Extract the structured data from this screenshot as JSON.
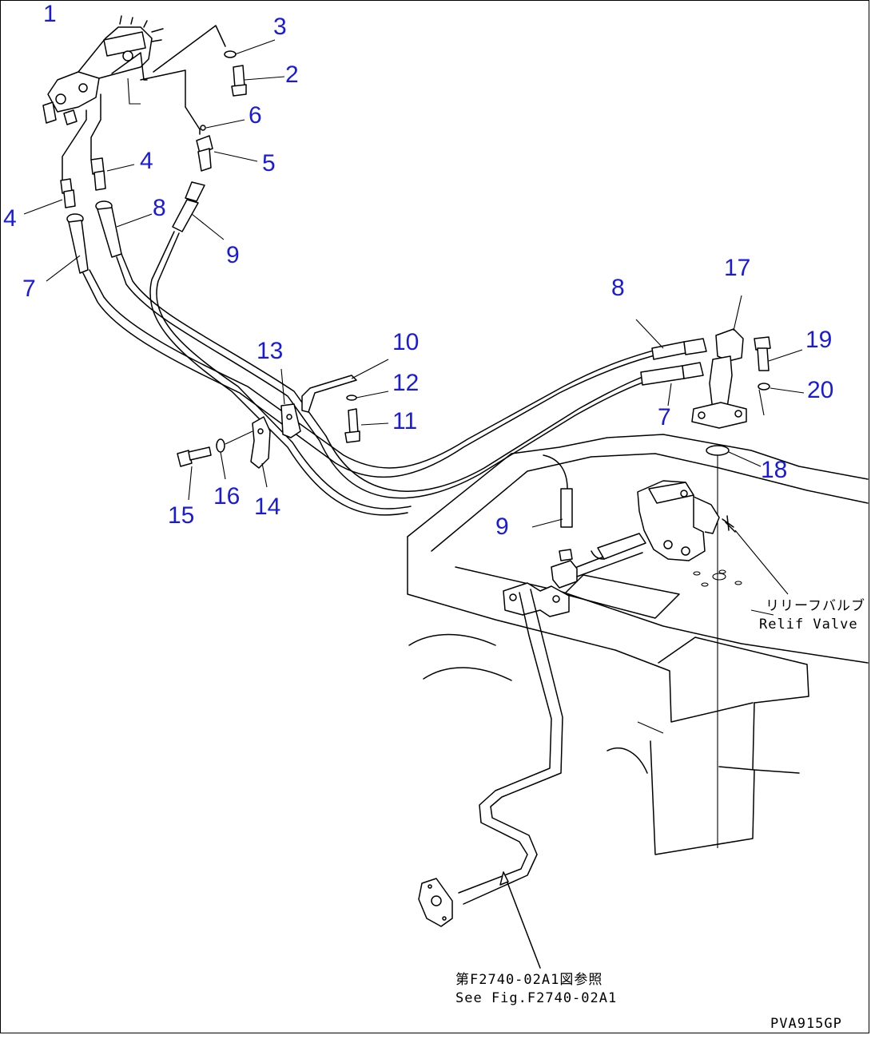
{
  "callouts": [
    {
      "id": "c1",
      "text": "1"
    },
    {
      "id": "c2",
      "text": "2"
    },
    {
      "id": "c3",
      "text": "3"
    },
    {
      "id": "c4a",
      "text": "4"
    },
    {
      "id": "c4b",
      "text": "4"
    },
    {
      "id": "c5",
      "text": "5"
    },
    {
      "id": "c6",
      "text": "6"
    },
    {
      "id": "c7a",
      "text": "7"
    },
    {
      "id": "c7b",
      "text": "7"
    },
    {
      "id": "c8a",
      "text": "8"
    },
    {
      "id": "c8b",
      "text": "8"
    },
    {
      "id": "c9a",
      "text": "9"
    },
    {
      "id": "c9b",
      "text": "9"
    },
    {
      "id": "c10",
      "text": "10"
    },
    {
      "id": "c11",
      "text": "11"
    },
    {
      "id": "c12",
      "text": "12"
    },
    {
      "id": "c13",
      "text": "13"
    },
    {
      "id": "c14",
      "text": "14"
    },
    {
      "id": "c15",
      "text": "15"
    },
    {
      "id": "c16",
      "text": "16"
    },
    {
      "id": "c17",
      "text": "17"
    },
    {
      "id": "c18",
      "text": "18"
    },
    {
      "id": "c19",
      "text": "19"
    },
    {
      "id": "c20",
      "text": "20"
    }
  ],
  "notes": {
    "relief_jp": "リリーフバルブ",
    "relief_en": "Relif Valve",
    "see_fig_jp": "第F2740-02A1図参照",
    "see_fig_en": "See Fig.F2740-02A1",
    "drawing_code": "PVA915GP"
  },
  "colors": {
    "callout": "#1a1adb",
    "line": "#000000",
    "background": "#ffffff"
  }
}
